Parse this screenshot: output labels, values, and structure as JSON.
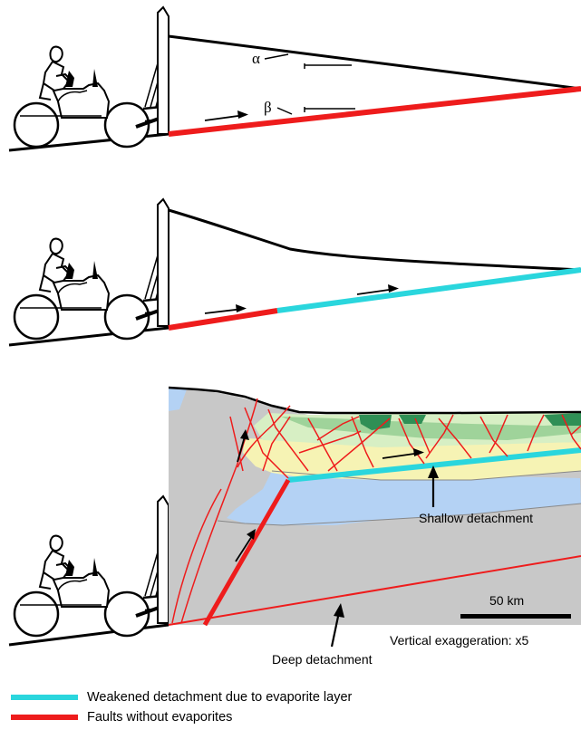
{
  "panels": {
    "top": {
      "alpha_label": "α",
      "beta_label": "β"
    }
  },
  "section": {
    "shallow_detachment_label": "Shallow detachment",
    "deep_detachment_label": "Deep detachment",
    "scale_bar_label": "50 km",
    "vertical_exaggeration_label": "Vertical exaggeration: x5"
  },
  "legend": {
    "items": [
      {
        "label": "Weakened detachment due to evaporite layer",
        "color": "#2ad6dd"
      },
      {
        "label": "Faults without evaporites",
        "color": "#ee1c1c"
      }
    ]
  },
  "colors": {
    "basement": "#c8c8c8",
    "blue_layer": "#b4d2f4",
    "yellow_layer": "#f6f3b4",
    "light_green": "#d7efc4",
    "mid_green": "#9fd39a",
    "dark_green": "#2f8f55",
    "fault_red": "#ee1c1c",
    "evaporite_cyan": "#2ad6dd"
  }
}
